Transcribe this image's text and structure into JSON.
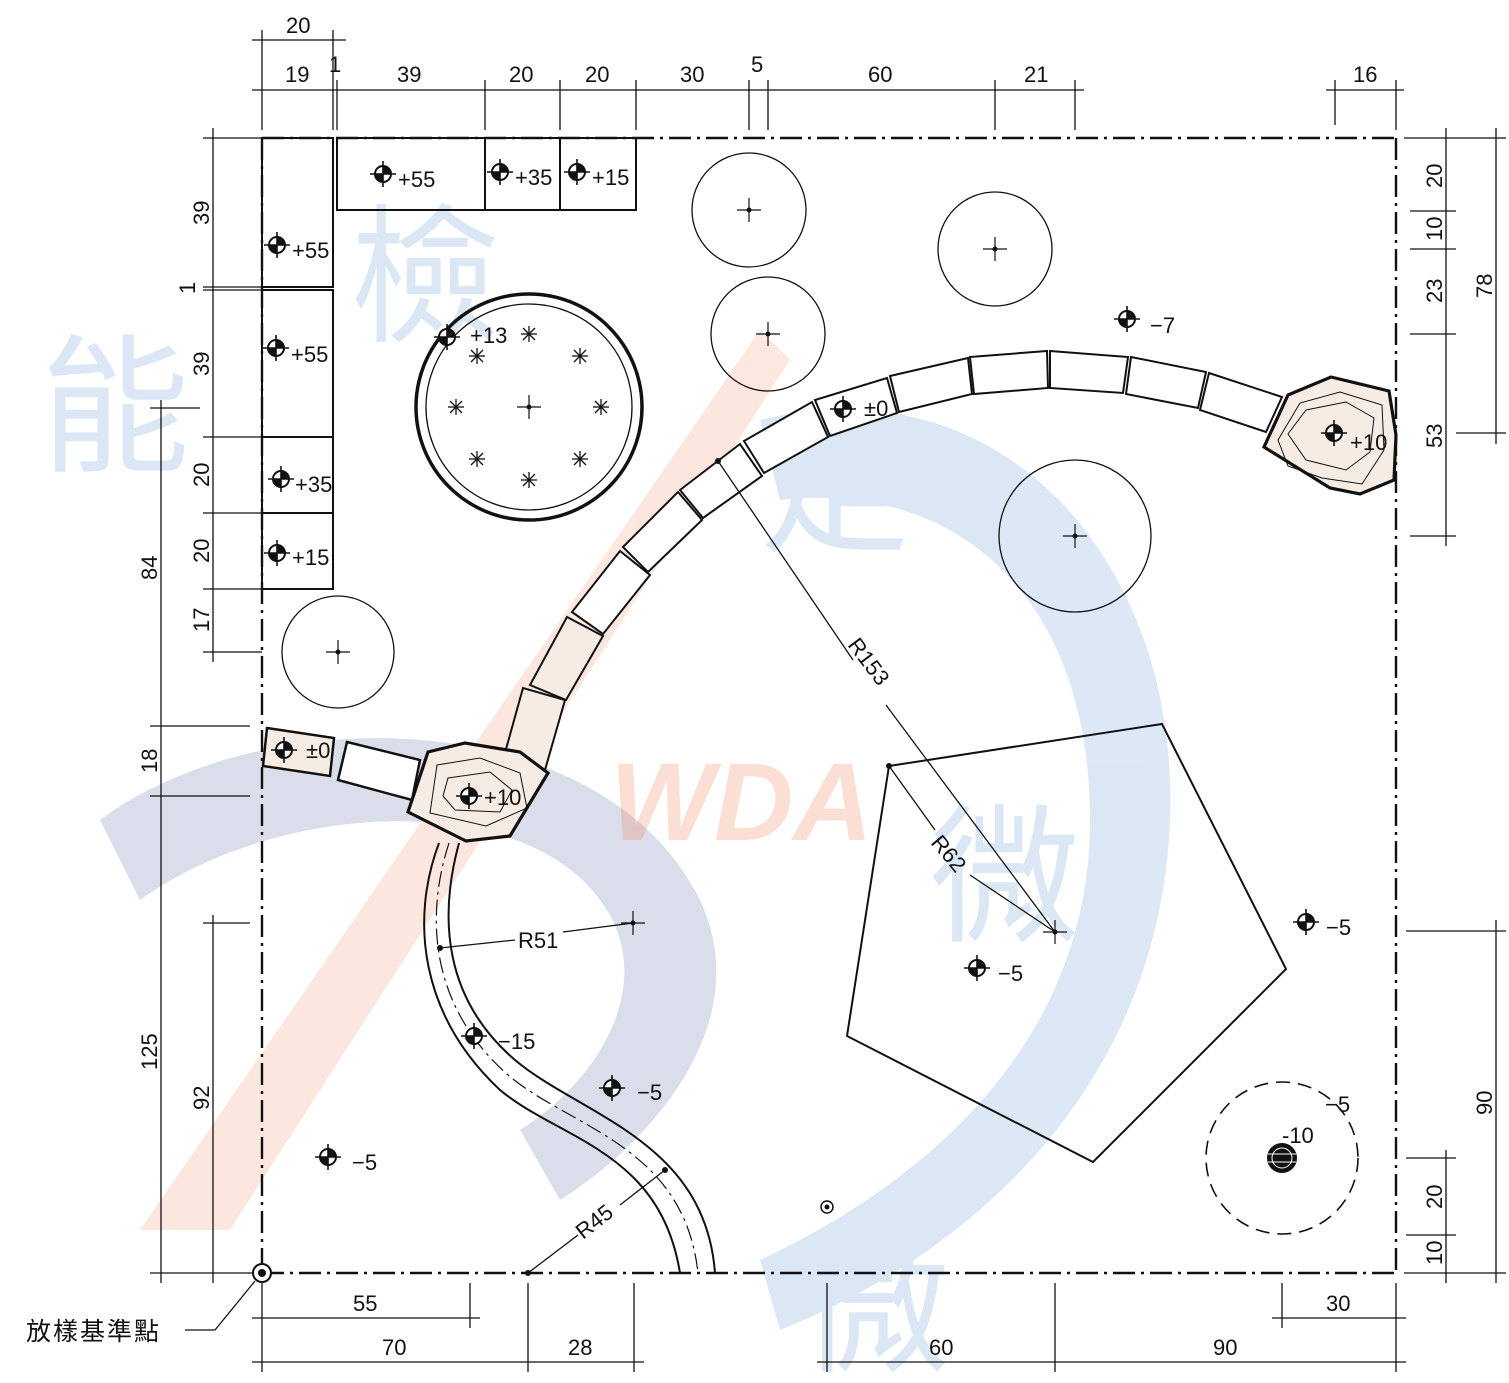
{
  "colors": {
    "line": "#111111",
    "stone_fill": "#f6ece4",
    "watermark_blue": "#2e6fc8",
    "watermark_orange": "#f07040",
    "watermark_navy": "#1e3a8a"
  },
  "watermark": {
    "text": "WDA",
    "glyphs": [
      "能",
      "檢",
      "定",
      "微",
      "微"
    ]
  },
  "reference_point": {
    "label": "放樣基準點"
  },
  "dimensions": {
    "top_row1": [
      "20"
    ],
    "top_row2": [
      "19",
      "1",
      "39",
      "20",
      "20",
      "30",
      "5",
      "60",
      "21",
      "16"
    ],
    "left_outer": [
      "84",
      "18",
      "125"
    ],
    "left_inner": [
      "39",
      "1",
      "39",
      "20",
      "20",
      "17",
      "92"
    ],
    "right_inner": [
      "20",
      "10",
      "23",
      "53",
      "20",
      "10"
    ],
    "right_outer": [
      "78",
      "90"
    ],
    "bottom_row1": [
      "55",
      "30"
    ],
    "bottom_row2": [
      "70",
      "28",
      "60",
      "90"
    ]
  },
  "radius_labels": [
    "R153",
    "R62",
    "R51",
    "R45"
  ],
  "levels": {
    "top_steps": [
      "+55",
      "+35",
      "+15"
    ],
    "left_steps": [
      "+55",
      "+55",
      "+35",
      "+15"
    ],
    "pond": "+13",
    "arc_path": "±0",
    "rock_left": "+10",
    "rock_right": "+10",
    "path_start": "±0",
    "tree_top": "−7",
    "pentagon": "−5",
    "right_area": "−5",
    "swale_top": "−15",
    "swale_mid": "−5",
    "bottom_left": "−5",
    "drain_ring": "−5",
    "drain": "-10"
  }
}
